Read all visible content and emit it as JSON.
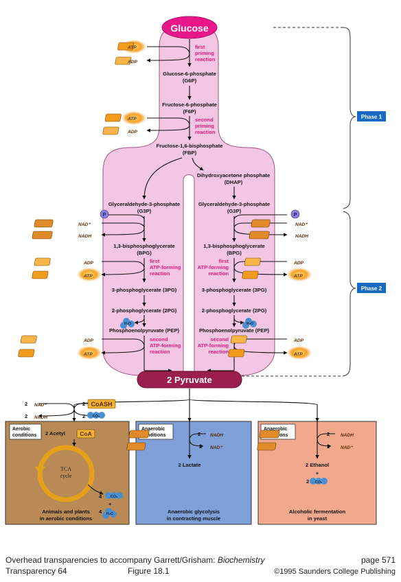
{
  "nodes": {
    "glucose": "Glucose",
    "g6p_name": "Glucose-6-phosphate",
    "g6p_abbr": "(G6P)",
    "f6p_name": "Fructose-6-phosphate",
    "f6p_abbr": "(F6P)",
    "fbp_name": "Fructose-1,6-bisphosphate",
    "fbp_abbr": "(FBP)",
    "dhap_name": "Dihydroxyacetone phosphate",
    "dhap_abbr": "(DHAP)",
    "g3p_name": "Glyceraldehyde-3-phosphate",
    "g3p_abbr": "(G3P)",
    "bpg_name": "1,3-bisphosphoglycerate",
    "bpg_abbr": "(BPG)",
    "pg3": "3-phosphoglycerate (3PG)",
    "pg2": "2-phosphoglycerate (2PG)",
    "pep": "Phosphoenolpyruvate (PEP)",
    "pyruvate": "2 Pyruvate"
  },
  "annotations": {
    "first_priming": [
      "first",
      "priming",
      "reaction"
    ],
    "second_priming": [
      "second",
      "priming",
      "reaction"
    ],
    "first_atp_forming": [
      "first",
      "ATP-forming",
      "reaction"
    ],
    "second_atp_forming": [
      "second",
      "ATP-forming",
      "reaction"
    ]
  },
  "cofactors": {
    "atp": "ATP",
    "adp": "ADP",
    "nad": "NAD⁺",
    "nadh": "NADH",
    "p": "P",
    "h2o": "H₂O",
    "co2": "CO₂",
    "coash": "CoASH",
    "coa": "CoA"
  },
  "phases": {
    "phase1": "Phase 1",
    "phase2": "Phase 2"
  },
  "boxes": {
    "aerobic": {
      "cond_line1": "Aerobic",
      "cond_line2": "conditions",
      "acetyl": "2 Acetyl",
      "tca_line1": "TCA",
      "tca_line2": "cycle",
      "coef_nad": "2",
      "coef_nadh": "2",
      "coef_coash": "2",
      "coef_co2": "2",
      "coef_co2_out": "4",
      "coef_h2o_out": "4",
      "plus": "+",
      "caption_line1": "Animals and plants",
      "caption_line2": "in aerobic conditions"
    },
    "anaerobic_muscle": {
      "cond_line1": "Anaerobic",
      "cond_line2": "conditions",
      "coef_nadh": "2",
      "coef_nad": "2",
      "product": "2 Lactate",
      "caption_line1": "Anaerobic glycolysis",
      "caption_line2": "in contracting muscle"
    },
    "anaerobic_yeast": {
      "cond_line1": "Anaerobic",
      "cond_line2": "conditions",
      "coef_nadh": "2",
      "coef_nad": "2",
      "product": "2 Ethanol",
      "plus": "+",
      "coef_co2": "2",
      "caption_line1": "Alcoholic fermentation",
      "caption_line2": "in yeast"
    }
  },
  "footer": {
    "line1_left": "Overhead transparencies to accompany Garrett/Grisham: ",
    "line1_book": "Biochemistry",
    "line1_right": "page  571",
    "line2_a": "Transparency 64",
    "line2_b": "Figure  18.1",
    "line2_c": "©1995 Saunders College Publishing"
  },
  "colors": {
    "pathway_fill": "#f3c6e4",
    "pathway_stroke": "#a0527e",
    "glucose_fill": "#e8188a",
    "pyruvate_fill": "#9c1e4e",
    "annotation_text": "#e8187c",
    "phase_label": "#1769c4",
    "aerobic_box": "#b98a55",
    "muscle_box": "#7f9fd8",
    "yeast_box": "#f2a88c",
    "atp_tag": "#f29c1e",
    "nad_tag": "#e08a2a",
    "tca_ring": "#e3a019",
    "water_bubble": "#4a90d0"
  }
}
